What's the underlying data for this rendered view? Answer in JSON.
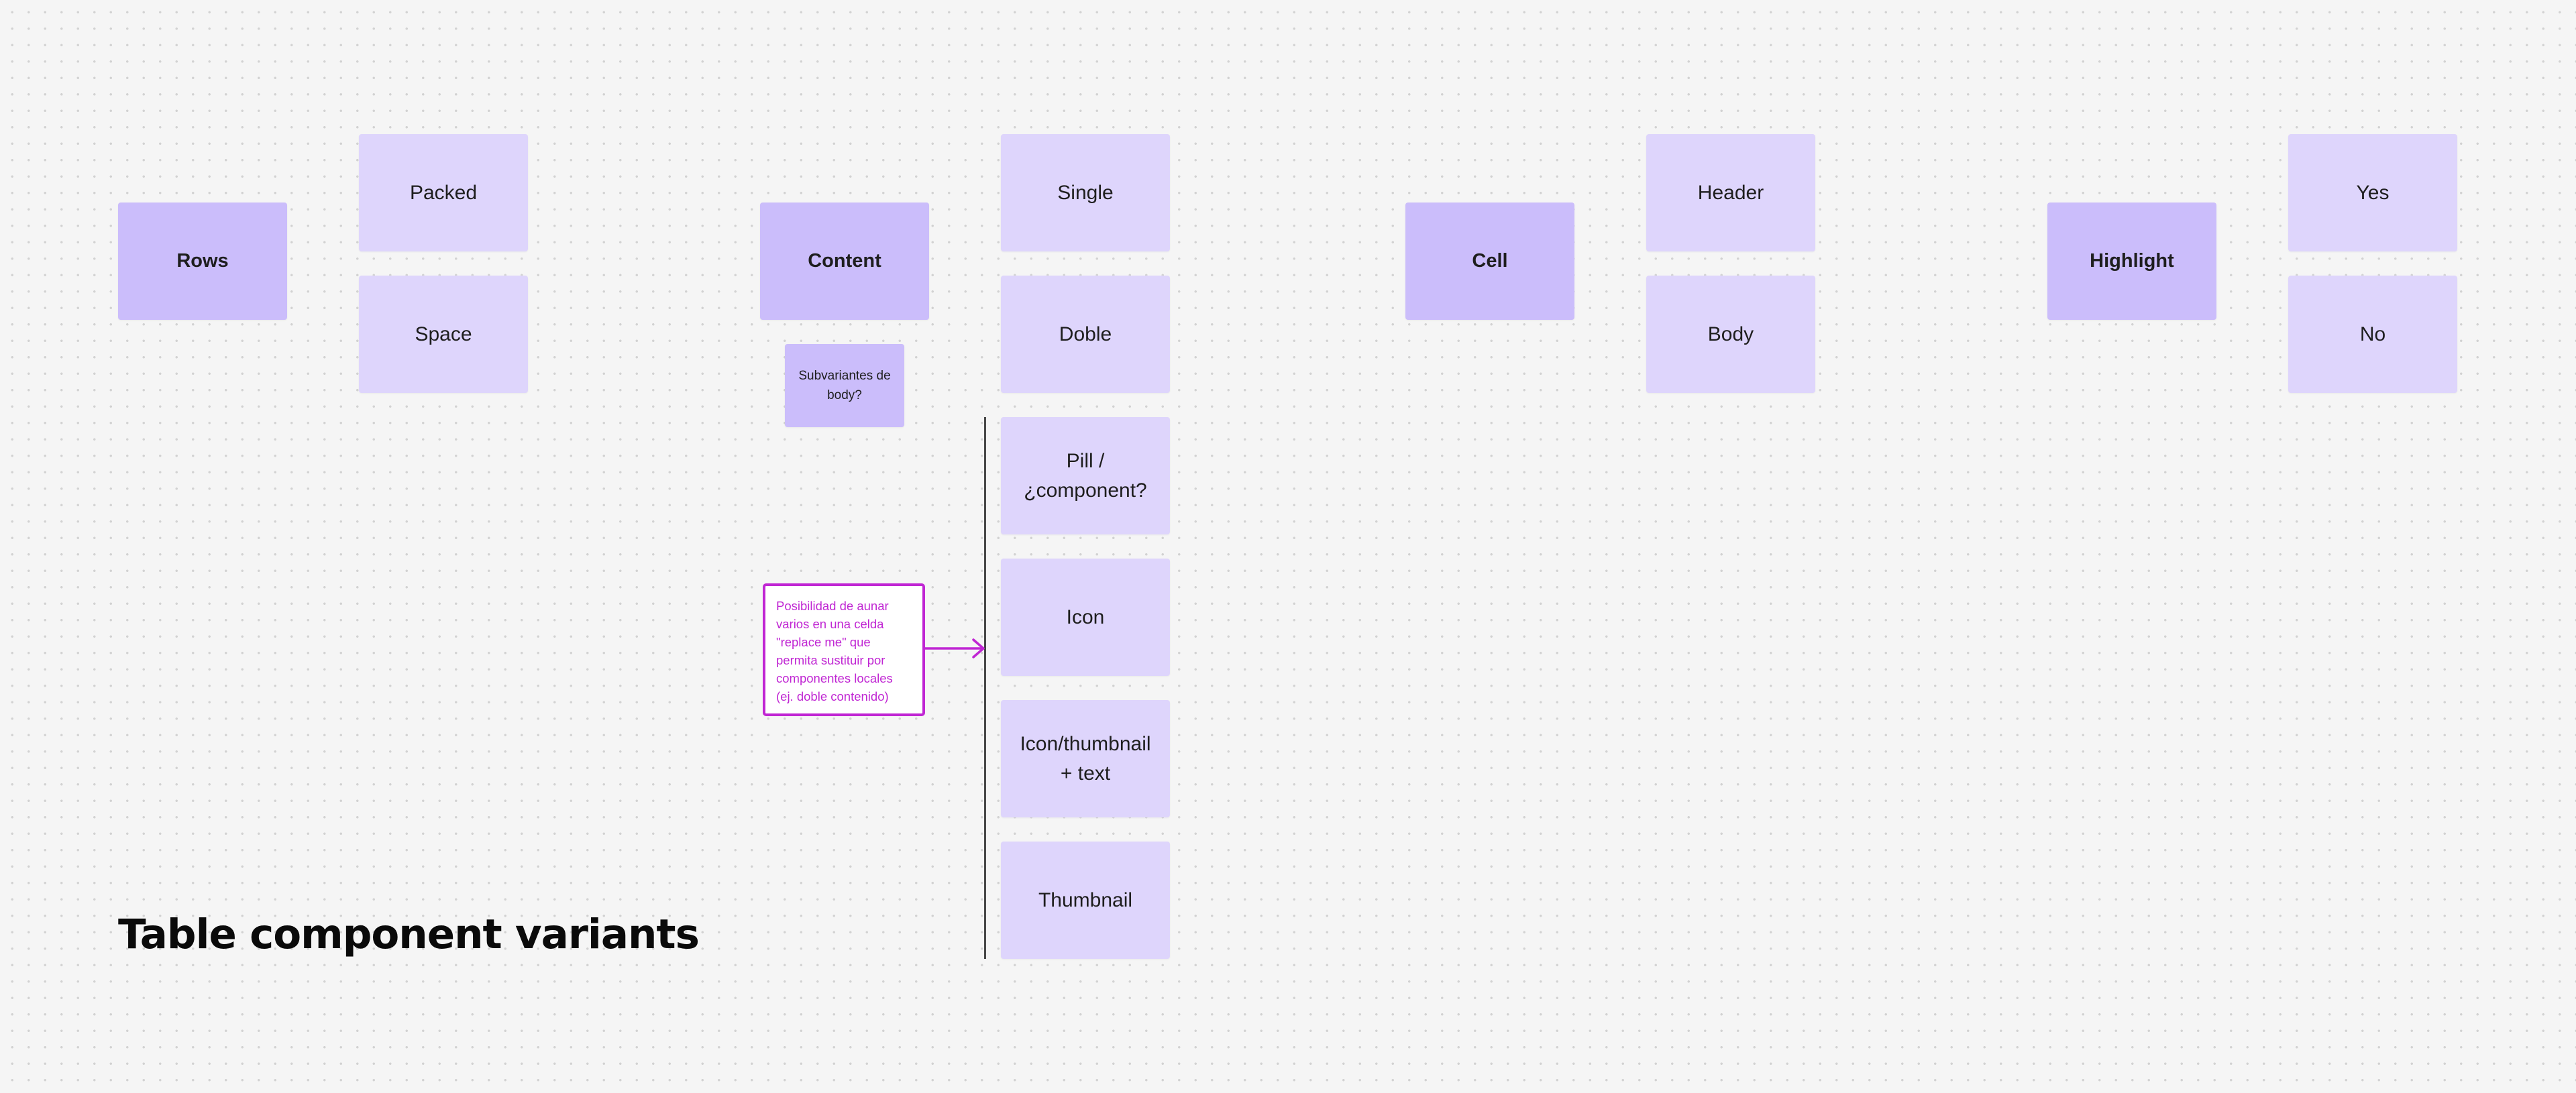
{
  "categories": {
    "rows": "Rows",
    "content": "Content",
    "cell": "Cell",
    "highlight": "Highlight"
  },
  "options": {
    "rows": [
      "Packed",
      "Space"
    ],
    "content": [
      "Single",
      "Doble",
      "Pill /\n¿component?",
      "Icon",
      "Icon/thumbnail\n+ text",
      "Thumbnail"
    ],
    "cell": [
      "Header",
      "Body"
    ],
    "highlight": [
      "Yes",
      "No"
    ]
  },
  "subnote": "Subvariantes de body?",
  "callout": "Posibilidad de aunar varios en una celda \"replace me\" que permita sustituir por componentes locales (ej. doble contenido)",
  "title": "Table component variants",
  "colors": {
    "category_sticky": "#cbbdfb",
    "option_sticky": "#ded5fc",
    "callout_accent": "#c026d3",
    "canvas": "#f5f5f5"
  }
}
